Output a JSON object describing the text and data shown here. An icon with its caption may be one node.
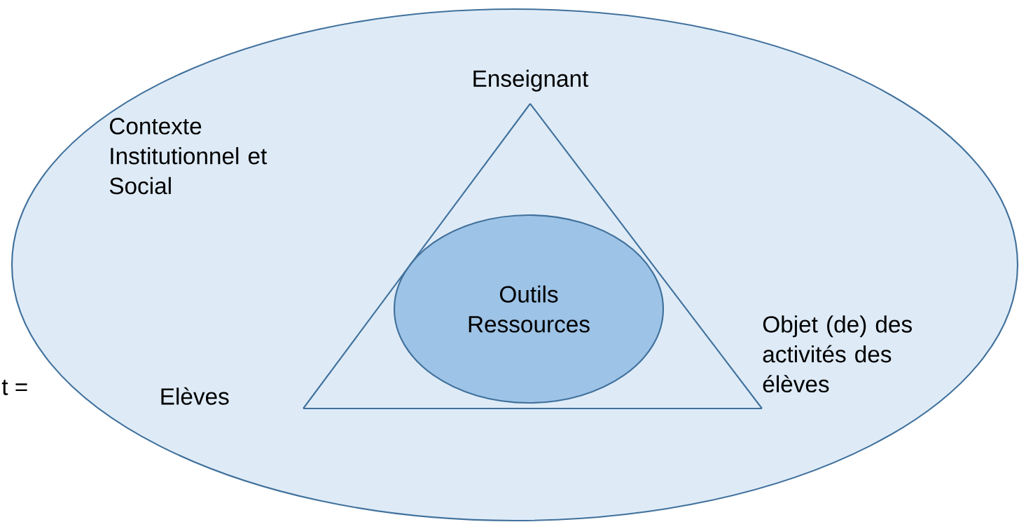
{
  "diagram": {
    "nodes": [
      {
        "text": [
          "Contexte Institutionnel et Social"
        ]
      },
      {
        "text": [
          "Enseignant"
        ],
        "in": 0
      },
      {
        "text": [
          "Elèves"
        ],
        "in": 0
      },
      {
        "text": [
          "Objet (de) des activités des élèves"
        ],
        "in": 0
      },
      {
        "text": [
          "Outils Ressources"
        ],
        "in": 0
      }
    ],
    "edges": [
      {
        "from": 1,
        "to": 2,
        "arrow": "none"
      },
      {
        "from": 2,
        "to": 3,
        "arrow": "none"
      },
      {
        "from": 3,
        "to": 1,
        "arrow": "none"
      }
    ],
    "labels": [
      "t ="
    ]
  }
}
